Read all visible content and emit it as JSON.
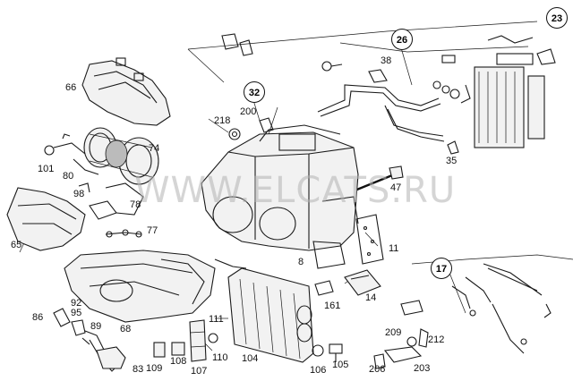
{
  "watermark": "WWW.ELCATS.RU",
  "callouts": {
    "c23": "23",
    "c26": "26",
    "c32": "32",
    "c17": "17"
  },
  "labels": {
    "l66": "66",
    "l74": "74",
    "l101": "101",
    "l80": "80",
    "l98": "98",
    "l78": "78",
    "l65": "65",
    "l77": "77",
    "l86": "86",
    "l92": "92",
    "l95": "95",
    "l89": "89",
    "l68": "68",
    "l83": "83",
    "l109": "109",
    "l108": "108",
    "l107": "107",
    "l111": "111",
    "l110": "110",
    "l104": "104",
    "l106": "106",
    "l105": "105",
    "l161": "161",
    "l8": "8",
    "l14": "14",
    "l11": "11",
    "l47": "47",
    "l218": "218",
    "l200": "200",
    "l38": "38",
    "l35": "35",
    "l209": "209",
    "l212": "212",
    "l206": "206",
    "l203": "203"
  }
}
